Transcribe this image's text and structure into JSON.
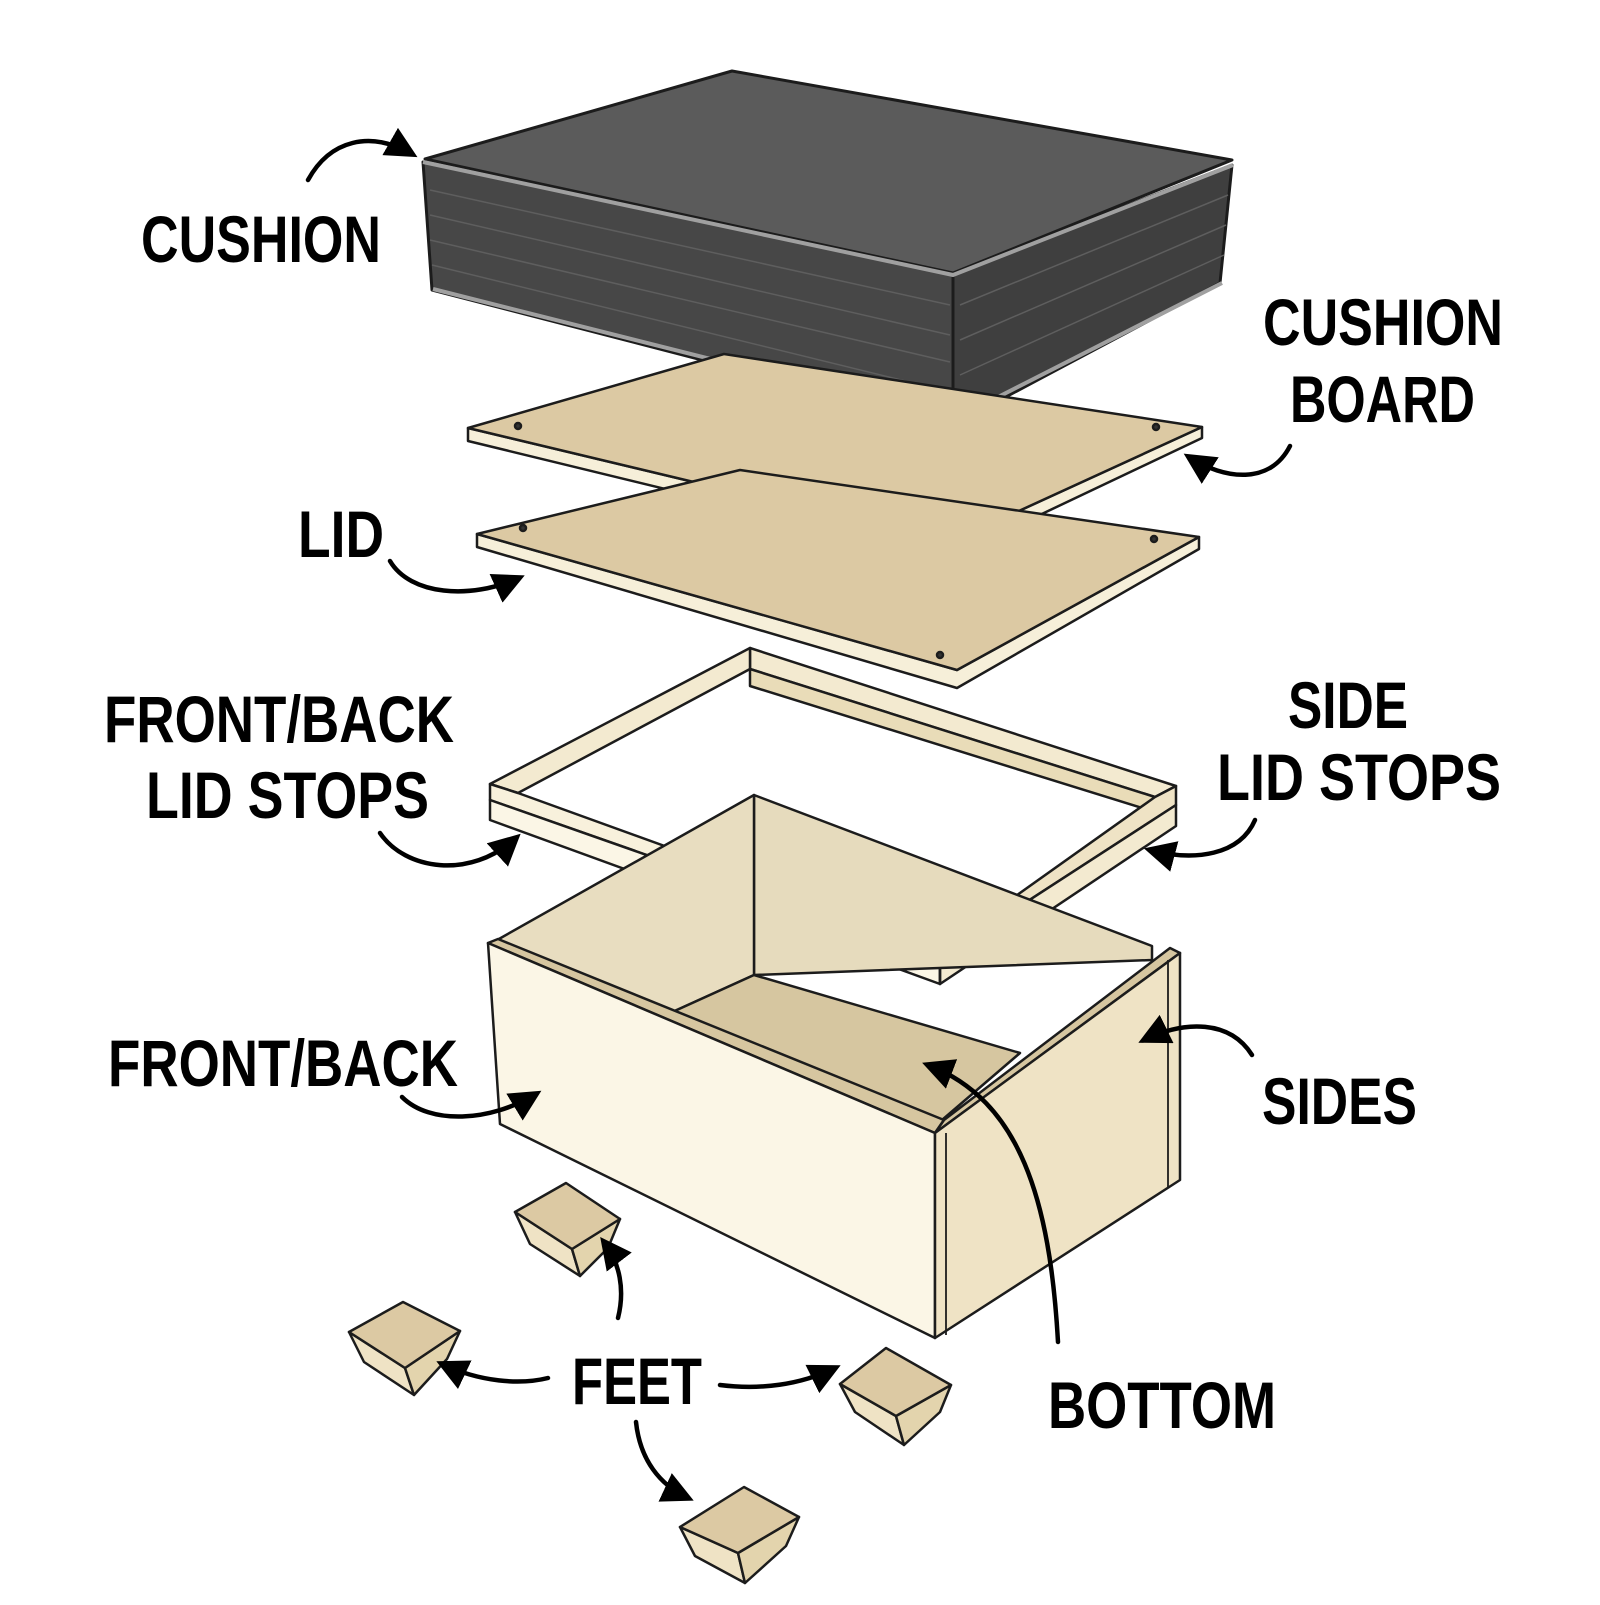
{
  "labels": {
    "cushion": "CUSHION",
    "cushion_board_line1": "CUSHION",
    "cushion_board_line2": "BOARD",
    "lid": "LID",
    "front_back_lid_stops_line1": "FRONT/BACK",
    "front_back_lid_stops_line2": "LID STOPS",
    "side_lid_stops_line1": "SIDE",
    "side_lid_stops_line2": "LID STOPS",
    "front_back": "FRONT/BACK",
    "sides": "SIDES",
    "bottom": "BOTTOM",
    "feet": "FEET"
  },
  "colors": {
    "cushion_top": "#5b5b5b",
    "cushion_side": "#474747",
    "cushion_piping": "#9a9a9a",
    "board_face": "#dcc9a3",
    "board_edge": "#f6efd9",
    "box_outer": "#fbf6e6",
    "box_inner": "#e6dbbd",
    "box_floor": "#d6c6a0",
    "foot_top": "#dcc9a3",
    "foot_side": "#efe3c5",
    "outline": "#1c1c1c",
    "text": "#000000"
  }
}
